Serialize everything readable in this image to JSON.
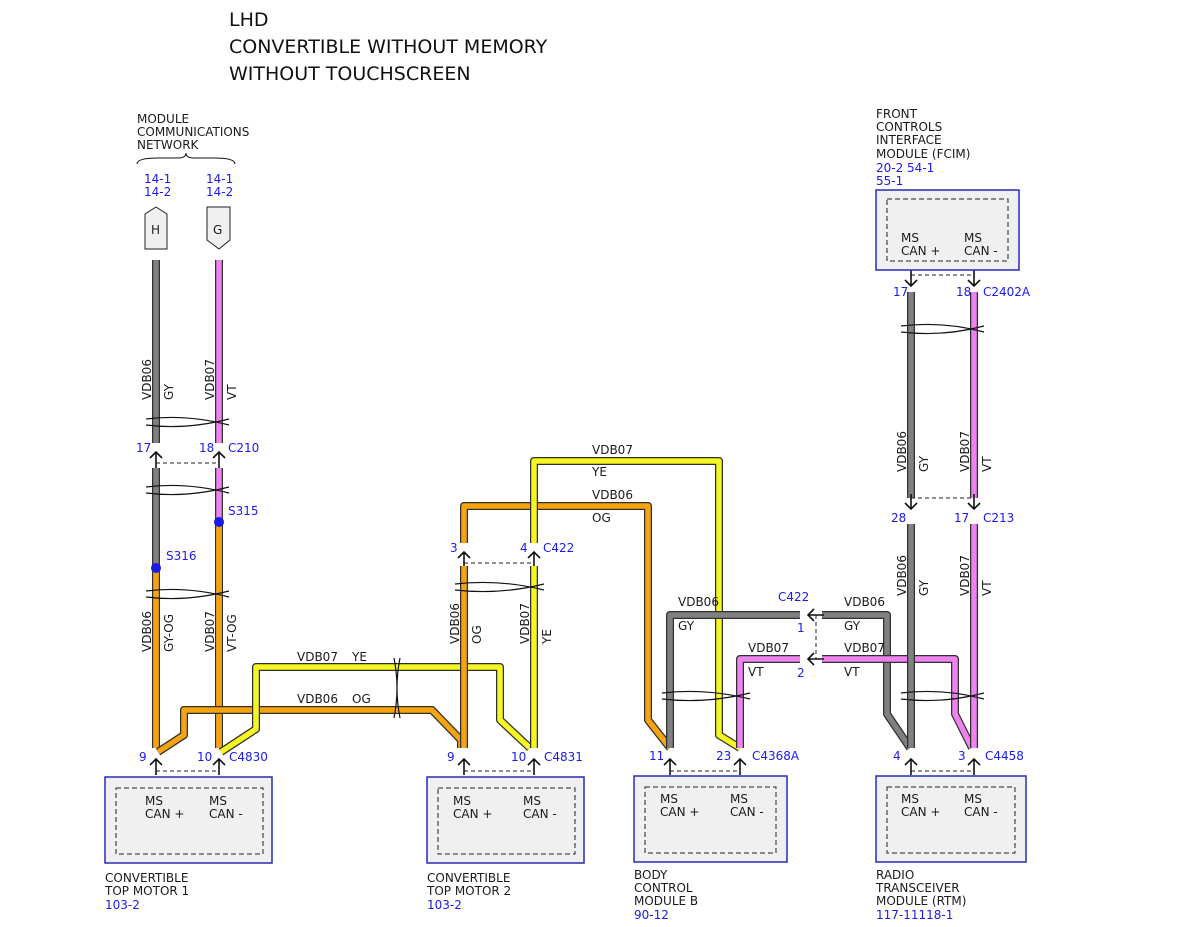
{
  "header": {
    "lines": [
      "LHD",
      "CONVERTIBLE WITHOUT MEMORY",
      "WITHOUT TOUCHSCREEN"
    ]
  },
  "network": {
    "label_lines": [
      "MODULE",
      "COMMUNICATIONS",
      "NETWORK"
    ],
    "ref_h": [
      "14-1",
      "14-2"
    ],
    "ref_g": [
      "14-1",
      "14-2"
    ],
    "conn_h": "H",
    "conn_g": "G"
  },
  "colors": {
    "gy": "#808080",
    "vt": "#ee82ee",
    "og": "#f5a30f",
    "ye": "#f6f623",
    "ref_blue": "#1a1aee"
  },
  "circuits": {
    "vdb06": "VDB06",
    "vdb07": "VDB07"
  },
  "wire_colors": {
    "gy": "GY",
    "vt": "VT",
    "gy_og": "GY-OG",
    "vt_og": "VT-OG",
    "og": "OG",
    "ye": "YE"
  },
  "connectors": {
    "c210": "C210",
    "s315": "S315",
    "s316": "S316",
    "c4830": "C4830",
    "c4831": "C4831",
    "c422": "C422",
    "c4368a": "C4368A",
    "c4458": "C4458",
    "c213": "C213",
    "c2402a": "C2402A"
  },
  "pins": {
    "c210_a": "17",
    "c210_b": "18",
    "c4830_a": "9",
    "c4830_b": "10",
    "c4831_a": "9",
    "c4831_b": "10",
    "c422_a": "3",
    "c422_b": "4",
    "c422_1": "1",
    "c422_2": "2",
    "c4368a_a": "11",
    "c4368a_b": "23",
    "c4458_a": "4",
    "c4458_b": "3",
    "c213_a": "28",
    "c213_b": "17",
    "c2402a_a": "17",
    "c2402a_b": "18"
  },
  "modules": [
    {
      "name_lines": [
        "CONVERTIBLE",
        "TOP MOTOR 1"
      ],
      "ref": "103-2",
      "pin_a": [
        "MS",
        "CAN +"
      ],
      "pin_b": [
        "MS",
        "CAN -"
      ]
    },
    {
      "name_lines": [
        "CONVERTIBLE",
        "TOP MOTOR 2"
      ],
      "ref": "103-2",
      "pin_a": [
        "MS",
        "CAN +"
      ],
      "pin_b": [
        "MS",
        "CAN -"
      ]
    },
    {
      "name_lines": [
        "BODY",
        "CONTROL",
        "MODULE B"
      ],
      "ref": "90-12",
      "pin_a": [
        "MS",
        "CAN +"
      ],
      "pin_b": [
        "MS",
        "CAN -"
      ]
    },
    {
      "name_lines": [
        "RADIO",
        "TRANSCEIVER",
        "MODULE (RTM)"
      ],
      "ref": "117-11118-1",
      "pin_a": [
        "MS",
        "CAN +"
      ],
      "pin_b": [
        "MS",
        "CAN -"
      ]
    },
    {
      "name_lines": [
        "FRONT",
        "CONTROLS",
        "INTERFACE",
        "MODULE (FCIM)"
      ],
      "ref_lines": [
        "20-2  54-1",
        "55-1"
      ],
      "pin_a": [
        "MS",
        "CAN +"
      ],
      "pin_b": [
        "MS",
        "CAN -"
      ]
    }
  ]
}
